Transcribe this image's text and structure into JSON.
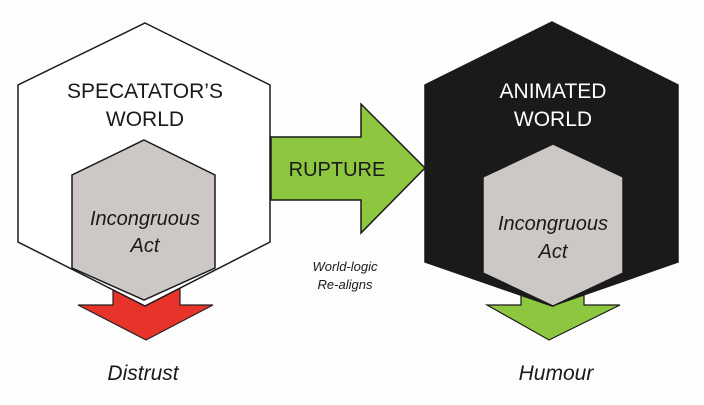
{
  "left_world": {
    "title_line1": "SPECATATOR’S",
    "title_line2": "WORLD",
    "inner_line1": "Incongruous",
    "inner_line2": "Act",
    "outcome": "Distrust",
    "outcome_arrow_color": "#e8332a",
    "fill": "#ffffff"
  },
  "transition": {
    "label": "RUPTURE",
    "caption_line1": "World-logic",
    "caption_line2": "Re-aligns",
    "arrow_color": "#8dc63f"
  },
  "right_world": {
    "title_line1": "ANIMATED",
    "title_line2": "WORLD",
    "inner_line1": "Incongruous",
    "inner_line2": "Act",
    "outcome": "Humour",
    "outcome_arrow_color": "#8dc63f",
    "fill": "#1a1a1a"
  },
  "inner_fill": "#cdc8c5"
}
